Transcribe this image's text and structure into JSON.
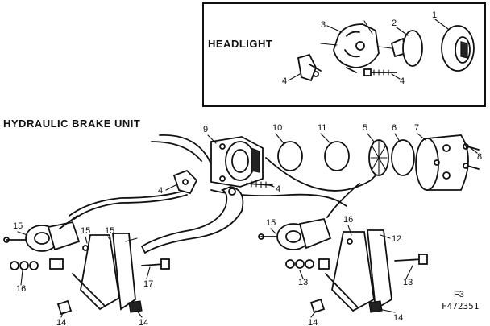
{
  "headlight": {
    "title": "HEADLIGHT",
    "callouts": [
      "1",
      "2",
      "3",
      "4",
      "4"
    ]
  },
  "brake_unit": {
    "title": "HYDRAULIC BRAKE UNIT",
    "callouts": [
      "4",
      "4",
      "5",
      "6",
      "7",
      "8",
      "9",
      "10",
      "11",
      "12",
      "13",
      "13",
      "14",
      "14",
      "14",
      "14",
      "15",
      "15",
      "15",
      "15",
      "16",
      "16",
      "17"
    ]
  },
  "figure": {
    "label": "F3",
    "code": "F472351"
  }
}
